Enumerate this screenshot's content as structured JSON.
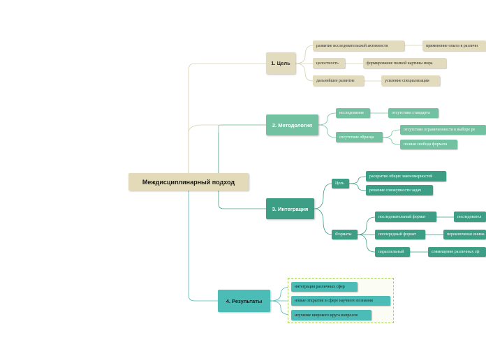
{
  "root": "Междисциплинарный подход",
  "branches": [
    {
      "label": "1. Цель",
      "children": [
        {
          "label": "развитие исследовательской активности",
          "child": "применение опыта в различн"
        },
        {
          "label": "целостность",
          "child": "формирование полной картины мира"
        },
        {
          "label": "дальнейшее развитие",
          "child": "усиление специализации"
        }
      ]
    },
    {
      "label": "2. Методология",
      "children": [
        {
          "label": "исследования",
          "child": "отсутствие стандарта"
        },
        {
          "label": "отсутствие образца",
          "children": [
            "отсутствие ограниченности в выборе ре",
            "полная свобода формата"
          ]
        }
      ]
    },
    {
      "label": "3. Интеграция",
      "children": [
        {
          "label": "Цель",
          "children": [
            "раскрытие общих закономерностей",
            "решение совокупности задач"
          ]
        },
        {
          "label": "Форматы",
          "children": [
            {
              "label": "последовательный формат",
              "child": "последовател"
            },
            {
              "label": "поочередный формат",
              "child": "переключение внима"
            },
            {
              "label": "параллельный",
              "child": "совмещение различных сф"
            }
          ]
        }
      ]
    },
    {
      "label": "4. Результаты",
      "children": [
        "интеграция различных сфер",
        "новые открытия в сфере научного познания",
        "изучение широкого круга вопросов"
      ]
    }
  ]
}
